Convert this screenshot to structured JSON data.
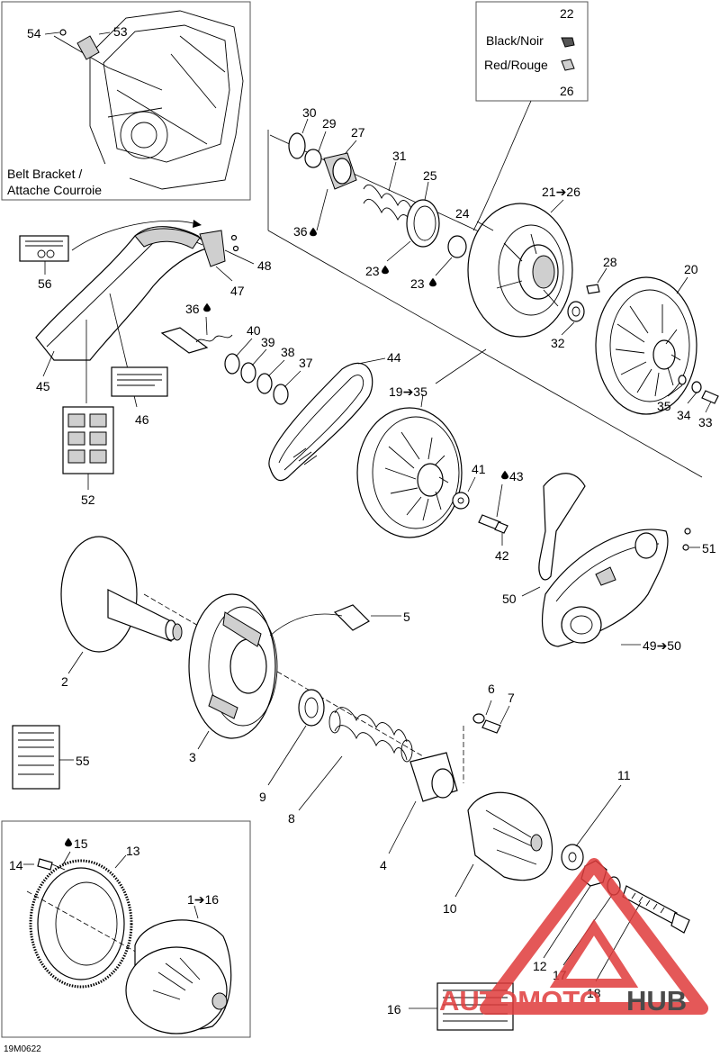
{
  "diagram_code": "19M0622",
  "inset_labels": {
    "belt_bracket_line1": "Belt Bracket /",
    "belt_bracket_line2": "Attache Courroie",
    "color_key_top_number": "22",
    "color_key_black": "Black/Noir",
    "color_key_red": "Red/Rouge",
    "color_key_bottom_number": "26"
  },
  "callouts": {
    "c1_16": "1➔16",
    "c2": "2",
    "c3": "3",
    "c4": "4",
    "c5": "5",
    "c6": "6",
    "c7": "7",
    "c8": "8",
    "c9": "9",
    "c10": "10",
    "c11": "11",
    "c12": "12",
    "c13": "13",
    "c14": "14",
    "c15": "15",
    "c16": "16",
    "c17": "17",
    "c18": "18",
    "c19_35": "19➔35",
    "c20": "20",
    "c21_26": "21➔26",
    "c23a": "23",
    "c23b": "23",
    "c24": "24",
    "c25": "25",
    "c27": "27",
    "c28": "28",
    "c29": "29",
    "c30": "30",
    "c31": "31",
    "c32": "32",
    "c33": "33",
    "c34": "34",
    "c35": "35",
    "c36a": "36",
    "c36b": "36",
    "c37": "37",
    "c38": "38",
    "c39": "39",
    "c40": "40",
    "c41": "41",
    "c42": "42",
    "c43": "43",
    "c44": "44",
    "c45": "45",
    "c46": "46",
    "c47": "47",
    "c48": "48",
    "c49_50": "49➔50",
    "c50": "50",
    "c51": "51",
    "c52": "52",
    "c53": "53",
    "c54": "54",
    "c55": "55",
    "c56": "56"
  },
  "watermark": {
    "brand_part1": "AUTOMOTO",
    "brand_part2": "HUB",
    "color_red": "#e03b3b",
    "color_dark": "#2b2b2b"
  },
  "icons": {
    "drop": "lubricant-drop-icon",
    "arrow": "range-arrow"
  }
}
